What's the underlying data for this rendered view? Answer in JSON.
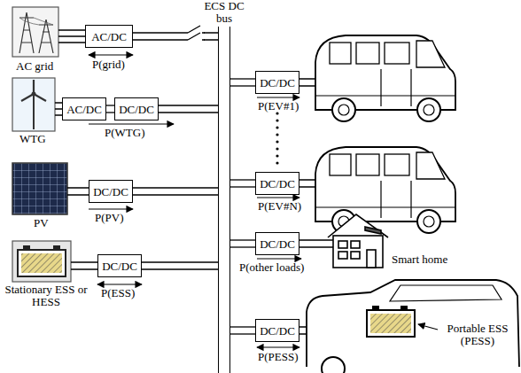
{
  "diagram": {
    "nodes": [
      {
        "text": [
          "ECS DC bus"
        ]
      },
      {
        "text": [
          "AC/DC"
        ]
      },
      {
        "text": [
          "AC/DC"
        ]
      },
      {
        "text": [
          "DC/DC"
        ]
      },
      {
        "text": [
          "DC/DC"
        ]
      },
      {
        "text": [
          "DC/DC"
        ]
      },
      {
        "text": [
          "DC/DC"
        ]
      },
      {
        "text": [
          "DC/DC"
        ]
      },
      {
        "text": [
          "DC/DC"
        ]
      },
      {
        "text": [
          "DC/DC"
        ]
      }
    ],
    "edges": [
      {
        "from": 1,
        "to": 0,
        "arrow": "none"
      },
      {
        "from": 2,
        "to": 3,
        "arrow": "none"
      },
      {
        "from": 3,
        "to": 0,
        "arrow": "none"
      },
      {
        "from": 4,
        "to": 0,
        "arrow": "none"
      },
      {
        "from": 5,
        "to": 0,
        "arrow": "none"
      },
      {
        "from": 0,
        "to": 6,
        "arrow": "none"
      },
      {
        "from": 0,
        "to": 7,
        "arrow": "none"
      },
      {
        "from": 0,
        "to": 8,
        "arrow": "none"
      },
      {
        "from": 0,
        "to": 9,
        "arrow": "none"
      }
    ],
    "labels": [
      "AC grid",
      "P(grid)",
      "WTG",
      "P(WTG)",
      "PV",
      "P(PV)",
      "Stationary ESS or HESS",
      "P(ESS)",
      "P(EV#1)",
      "P(EV#N)",
      "P(other loads)",
      "Smart home",
      "Portable ESS (PESS)",
      "P(PESS)"
    ]
  }
}
